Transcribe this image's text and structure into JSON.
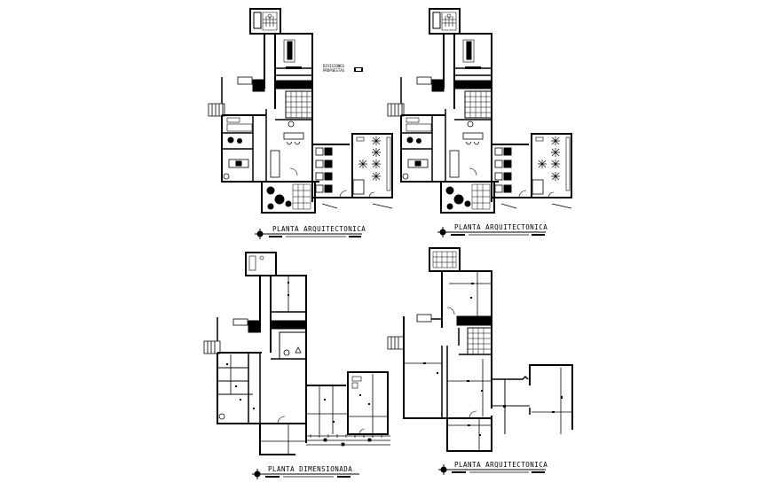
{
  "sheet": {
    "background": "#ffffff",
    "line_color": "#000000",
    "plans": [
      {
        "id": "top-left",
        "title": "PLANTA ARQUITECTONICA",
        "type": "furnished"
      },
      {
        "id": "top-right",
        "title": "PLANTA ARQUITECTONICA",
        "type": "furnished"
      },
      {
        "id": "bottom-left",
        "title": "PLANTA DIMENSIONADA",
        "type": "dimensioned"
      },
      {
        "id": "bottom-right",
        "title": "PLANTA ARQUITECTONICA",
        "type": "structural"
      }
    ],
    "annotation": {
      "label_line1": "DIVISIONES",
      "label_line2": "PROPUESTAS"
    }
  }
}
